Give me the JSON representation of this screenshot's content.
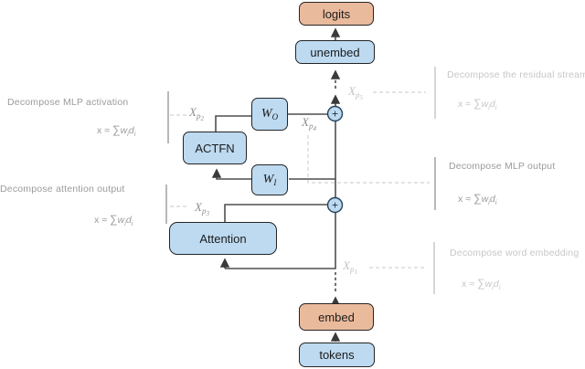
{
  "colors": {
    "node_fill_tan": "#eaba9c",
    "node_fill_blue": "#bddaf1",
    "node_border": "#252525",
    "flow_line": "#4f4f4f",
    "sum_circle_border": "#24415c",
    "sum_symbol": "#14324c",
    "annotation_medium_gray": "#9b9b9b",
    "annotation_light_gray": "#c7c7c7",
    "dashed_connector_gray": "#d2d2d2"
  },
  "nodes": {
    "logits": "logits",
    "unembed": "unembed",
    "wo": {
      "base": "W",
      "sub": "O"
    },
    "actfn": "ACTFN",
    "wi": {
      "base": "W",
      "sub": "I"
    },
    "attention": "Attention",
    "embed": "embed",
    "tokens": "tokens"
  },
  "operators": {
    "plus": "+"
  },
  "formula": {
    "lhs": "x",
    "approx": "≈",
    "sum": "∑",
    "w": "w",
    "wsub": "i",
    "d": "d",
    "dsub": "i"
  },
  "patch_points": {
    "xp1": {
      "base": "X",
      "sub": "p",
      "index": "1"
    },
    "xp2": {
      "base": "X",
      "sub": "p",
      "index": "2"
    },
    "xp3": {
      "base": "X",
      "sub": "p",
      "index": "3"
    },
    "xp4": {
      "base": "X",
      "sub": "p",
      "index": "4"
    },
    "xp5": {
      "base": "X",
      "sub": "p",
      "index": "5"
    }
  },
  "annotations": {
    "mlp_activation": {
      "title": "Decompose MLP activation"
    },
    "attention_output": {
      "title": "Decompose attention output"
    },
    "residual_stream": {
      "title": "Decompose the residual stream"
    },
    "mlp_output": {
      "title": "Decompose MLP output"
    },
    "word_embedding": {
      "title": "Decompose word embedding"
    }
  }
}
